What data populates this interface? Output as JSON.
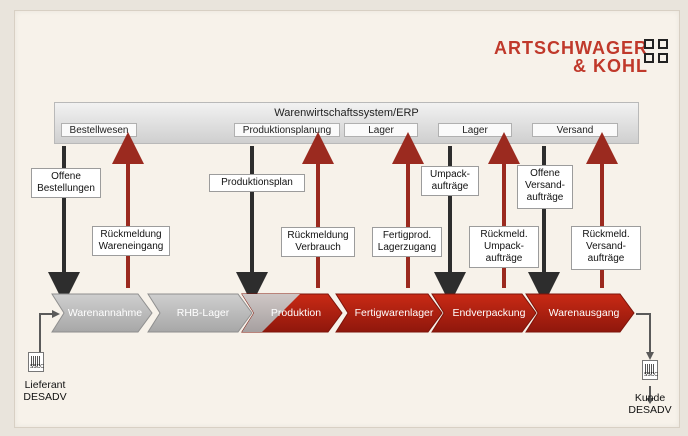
{
  "brand": {
    "line1": "ARTSCHWAGER",
    "line2": "& KOHL"
  },
  "erp": {
    "title": "Warenwirtschaftssystem/ERP",
    "modules": [
      "Bestellwesen",
      "Produktionsplanung",
      "Lager",
      "Lager",
      "Versand"
    ]
  },
  "labels": {
    "offene_bestellungen": "Offene\nBestellungen",
    "rueckmeldung_wareneingang": "Rückmeldung\nWareneingang",
    "produktionsplan": "Produktionsplan",
    "rueckmeldung_verbrauch": "Rückmeldung\nVerbrauch",
    "fertigprod_lagerzugang": "Fertigprod.\nLagerzugang",
    "umpackauftraege": "Umpack-\naufträge",
    "rueckmeld_umpackauftraege": "Rückmeld.\nUmpack-\naufträge",
    "offene_versandauftraege": "Offene\nVersand-\naufträge",
    "rueckmeld_versandauftraege": "Rückmeld.\nVersand-\naufträge"
  },
  "process": [
    "Warenannahme",
    "RHB-Lager",
    "Produktion",
    "Fertigwarenlager",
    "Endverpackung",
    "Warenausgang"
  ],
  "left": {
    "doc_tag": "SSCC",
    "text_line1": "Lieferant",
    "text_line2": "DESADV"
  },
  "right": {
    "doc_tag": "SSCC",
    "text_line1": "Kunde",
    "text_line2": "DESADV"
  },
  "colors": {
    "grey": "#bdbdbd",
    "grey_dark": "#a7a7a7",
    "red": "#b51f10",
    "red_dark": "#8f170c",
    "arrow_dark": "#2d2d2d",
    "arrow_red": "#9b2a1f"
  }
}
